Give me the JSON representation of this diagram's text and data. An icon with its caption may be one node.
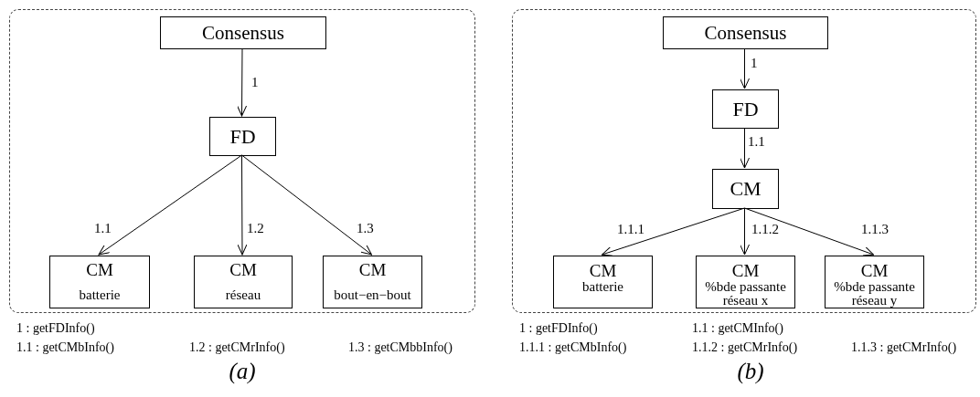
{
  "diagram": {
    "nodes": [
      {
        "text": [],
        "shape": "box"
      },
      {
        "text": [
          "Consensus"
        ],
        "in": 0
      },
      {
        "text": [
          "FD"
        ],
        "in": 0
      },
      {
        "text": [
          "CM",
          "batterie"
        ],
        "in": 0
      },
      {
        "text": [
          "CM",
          "réseau"
        ],
        "in": 0
      },
      {
        "text": [
          "CM",
          "bout−en−bout"
        ],
        "in": 0
      },
      {
        "text": [],
        "shape": "box"
      },
      {
        "text": [
          "Consensus"
        ],
        "in": 6
      },
      {
        "text": [
          "FD"
        ],
        "in": 6
      },
      {
        "text": [
          "CM"
        ],
        "in": 6
      },
      {
        "text": [
          "CM",
          "batterie"
        ],
        "in": 6
      },
      {
        "text": [
          "CM",
          "%bde passante réseau x"
        ],
        "in": 6
      },
      {
        "text": [
          "CM",
          "%bde passante réseau y"
        ],
        "in": 6
      }
    ],
    "edges": [
      {
        "from": 1,
        "to": 2,
        "arrow": "to",
        "label": "1"
      },
      {
        "from": 2,
        "to": 3,
        "arrow": "to",
        "label": "1.1"
      },
      {
        "from": 2,
        "to": 4,
        "arrow": "to",
        "label": "1.2"
      },
      {
        "from": 2,
        "to": 5,
        "arrow": "to",
        "label": "1.3"
      },
      {
        "from": 7,
        "to": 8,
        "arrow": "to",
        "label": "1"
      },
      {
        "from": 8,
        "to": 9,
        "arrow": "to",
        "label": "1.1"
      },
      {
        "from": 9,
        "to": 10,
        "arrow": "to",
        "label": "1.1.1"
      },
      {
        "from": 9,
        "to": 11,
        "arrow": "to",
        "label": "1.1.2"
      },
      {
        "from": 9,
        "to": 12,
        "arrow": "to",
        "label": "1.1.3"
      }
    ],
    "labels": [
      "1 : getFDInfo()",
      "1.1 : getCMbInfo()",
      "1.2 : getCMrInfo()",
      "1.3 : getCMbbInfo()",
      "(a)",
      "1 : getFDInfo()",
      "1.1 : getCMInfo()",
      "1.1.1 : getCMbInfo()",
      "1.1.2 : getCMrInfo()",
      "1.1.3 : getCMrInfo()",
      "(b)"
    ]
  }
}
